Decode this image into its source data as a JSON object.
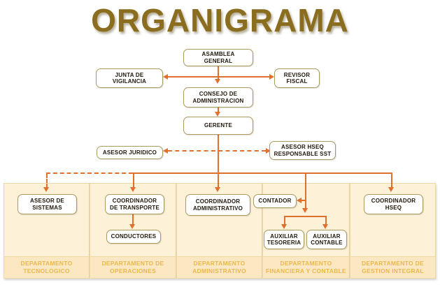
{
  "title": "ORGANIGRAMA",
  "colors": {
    "title": "#8A6D1E",
    "connector_orange": "#E2702D",
    "box_border": "#AB9B5E",
    "panel_bg": "#FDF2D8",
    "panel_strip_bg": "#FBE8C2",
    "department_label": "#ECB74C",
    "box_text": "#20180C"
  },
  "nodes": {
    "asamblea": {
      "line1": "ASAMBLEA",
      "line2": "GENERAL"
    },
    "junta": {
      "line1": "JUNTA DE",
      "line2": "VIGILANCIA"
    },
    "revisor": {
      "line1": "REVISOR",
      "line2": "FISCAL"
    },
    "consejo": {
      "line1": "CONSEJO DE",
      "line2": "ADMINISTRACION"
    },
    "gerente": {
      "line1": "GERENTE"
    },
    "asesor_juridico": {
      "line1": "ASESOR JURIDICO"
    },
    "asesor_hseq": {
      "line1": "ASESOR HSEQ",
      "line2": "RESPONSABLE SST"
    },
    "asesor_sistemas": {
      "line1": "ASESOR DE",
      "line2": "SISTEMAS"
    },
    "coord_transporte": {
      "line1": "COORDINADOR",
      "line2": "DE TRANSPORTE"
    },
    "conductores": {
      "line1": "CONDUCTORES"
    },
    "coord_admin": {
      "line1": "COORDINADOR",
      "line2": "ADMINISTRATIVO"
    },
    "contador": {
      "line1": "CONTADOR"
    },
    "aux_tesoreria": {
      "line1": "AUXILIAR",
      "line2": "TESORERIA"
    },
    "aux_contable": {
      "line1": "AUXILIAR",
      "line2": "CONTABLE"
    },
    "coord_hseq": {
      "line1": "COORDINADOR",
      "line2": "HSEQ"
    }
  },
  "departments": [
    {
      "line1": "DEPARTAMENTO",
      "line2": "TECNOLOGICO"
    },
    {
      "line1": "DEPARTAMENTO DE",
      "line2": "OPERACIONES"
    },
    {
      "line1": "DEPARTAMENTO",
      "line2": "ADMINISTRATIVO"
    },
    {
      "line1": "DEPARTAMENTO",
      "line2": "FINANCIERA Y CONTABLE"
    },
    {
      "line1": "DEPARTAMENTO DE",
      "line2": "GESTION INTEGRAL"
    }
  ]
}
